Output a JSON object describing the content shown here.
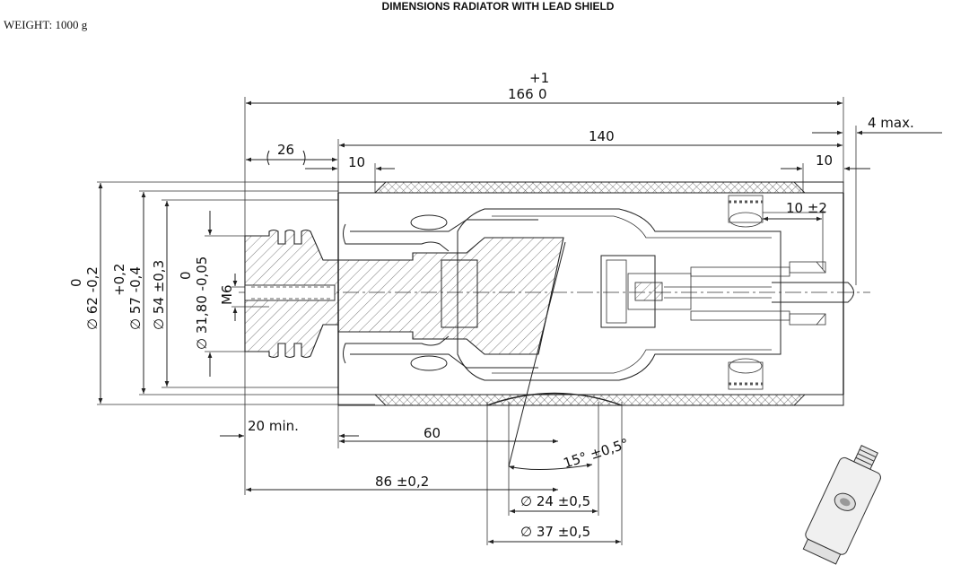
{
  "title": "DIMENSIONS RADIATOR WITH LEAD SHIELD",
  "weight": "WEIGHT: 1000 g",
  "dims": {
    "overall_tol_upper": "+1",
    "overall": "166",
    "overall_tol_lower": "0",
    "max4": "4 max.",
    "d140": "140",
    "d26": "26",
    "d10_left": "10",
    "d10_right": "10",
    "d10_pm2": "10 ±2",
    "d20min": "20 min.",
    "d60": "60",
    "d86": "86 ±0,2",
    "angle": "15° ±0,5°",
    "dia24": "∅ 24 ±0,5",
    "dia37": "∅ 37 ±0,5",
    "dia62_a": "0",
    "dia62_b": "∅ 62 -0,2",
    "dia57_a": "+0,2",
    "dia57_b": "∅ 57 -0,4",
    "dia54": "∅ 54 ±0,3",
    "dia31_a": "0",
    "dia31_b": "∅ 31,80 -0,05",
    "m6": "M6"
  }
}
